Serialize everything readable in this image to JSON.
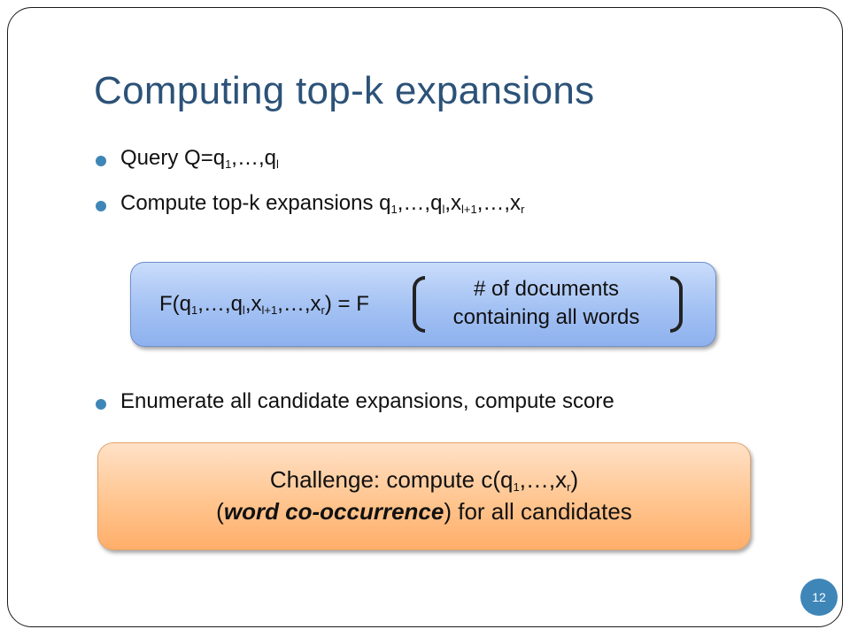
{
  "slide": {
    "title": "Computing top-k expansions",
    "page_number": "12"
  },
  "bullets": {
    "b1": {
      "prefix": "Query Q=q",
      "s1": "1",
      "mid": ",…,q",
      "s2": "l"
    },
    "b2": {
      "prefix": "Compute top-k expansions q",
      "s1": "1",
      "p2": ",…,q",
      "s2": "l",
      "p3": ",x",
      "s3": "l+1",
      "p4": ",…,x",
      "s4": "r"
    },
    "b3": {
      "text": "Enumerate all candidate expansions, compute score"
    }
  },
  "formula": {
    "lhs_a": "F(q",
    "s1": "1",
    "lhs_b": ",…,q",
    "s2": "l",
    "lhs_c": ",x",
    "s3": "l+1",
    "lhs_d": ",…,x",
    "s4": "r",
    "lhs_e": ") =  F",
    "line1": "# of documents",
    "line2": "containing all words"
  },
  "challenge": {
    "a": "Challenge: compute c(q",
    "s1": "1",
    "b": ",…,x",
    "s2": "r",
    "c": ")",
    "d": "(",
    "em": "word co-occurrence",
    "e": ") for all candidates"
  },
  "colors": {
    "title": "#2c5278",
    "bullet": "#3f86b8",
    "blue_box": "#a3c1f3",
    "orange_box": "#ffc58f"
  }
}
